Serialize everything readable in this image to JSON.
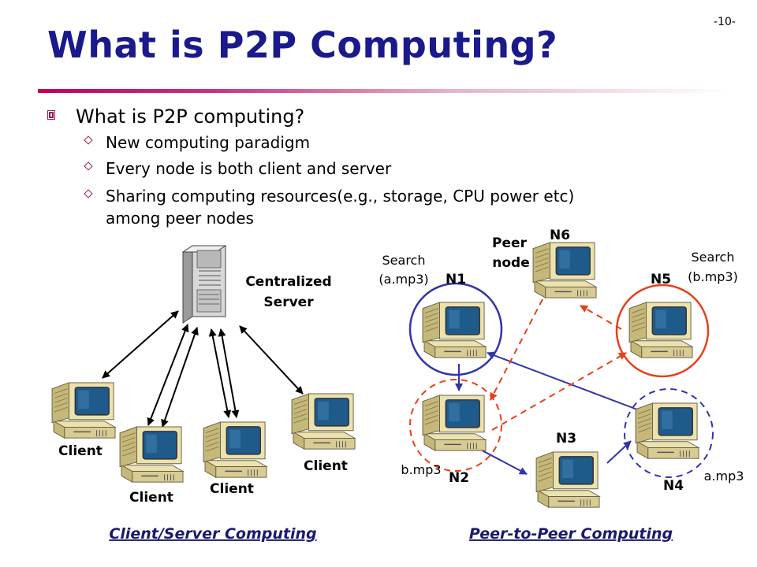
{
  "slide_number": "-10-",
  "title": "What is P2P Computing?",
  "bullets": {
    "main": "What is P2P computing?",
    "sub": [
      "New computing paradigm",
      "Every node is both client and server",
      "Sharing computing resources(e.g., storage, CPU power etc)",
      "among peer nodes"
    ]
  },
  "client_server": {
    "server_label_line1": "Centralized",
    "server_label_line2": "Server",
    "client_label": "Client",
    "caption": "Client/Server Computing"
  },
  "p2p": {
    "nodes": {
      "n1": "N1",
      "n2": "N2",
      "n3": "N3",
      "n4": "N4",
      "n5": "N5",
      "n6": "N6"
    },
    "peer_node_line1": "Peer",
    "peer_node_line2": "node",
    "search_a_line1": "Search",
    "search_a_line2": "(a.mp3)",
    "search_b_line1": "Search",
    "search_b_line2": "(b.mp3)",
    "file_b": "b.mp3",
    "file_a": "a.mp3",
    "caption": "Peer-to-Peer Computing"
  },
  "colors": {
    "title": "#1a1a8c",
    "accent": "#c0005a",
    "blue_links": "#3333aa",
    "red_links": "#e8401a"
  }
}
